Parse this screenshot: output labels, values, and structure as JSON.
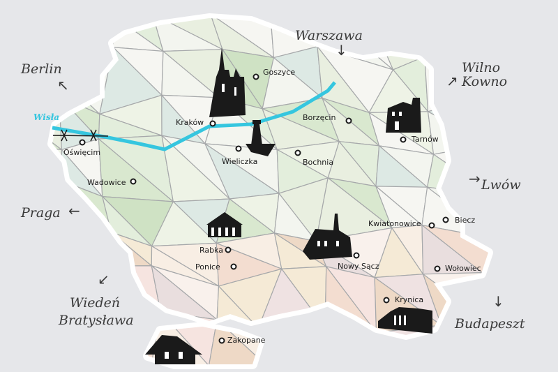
{
  "colors": {
    "background": "#e6e7ea",
    "river": "#35c6df",
    "outline": "#ffffff",
    "edges": "#a6a8aa",
    "icons": "#1a1a1a"
  },
  "river": {
    "name": "Wisła"
  },
  "cities": [
    {
      "name": "Goszyce"
    },
    {
      "name": "Kraków"
    },
    {
      "name": "Oświęcim"
    },
    {
      "name": "Wieliczka"
    },
    {
      "name": "Borzęcin"
    },
    {
      "name": "Bochnia"
    },
    {
      "name": "Tarnów"
    },
    {
      "name": "Wadowice"
    },
    {
      "name": "Kwiatonowice"
    },
    {
      "name": "Biecz"
    },
    {
      "name": "Rabka"
    },
    {
      "name": "Ponice"
    },
    {
      "name": "Nowy Sącz"
    },
    {
      "name": "Wołowiec"
    },
    {
      "name": "Krynica"
    },
    {
      "name": "Zakopane"
    }
  ],
  "directions": {
    "warszawa": "Warszawa",
    "berlin": "Berlin",
    "wilno": "Wilno",
    "kowno": "Kowno",
    "lwow": "Lwów",
    "praga": "Praga",
    "wieden": "Wiedeń",
    "bratyslawa": "Bratysława",
    "budapeszt": "Budapeszt"
  },
  "landmark_icons": [
    "church-icon",
    "mine-shaft-icon",
    "castle-icon",
    "barbed-wire-icon",
    "pavilion-icon",
    "town-hall-icon",
    "spa-house-icon",
    "mountain-chalet-icon"
  ]
}
